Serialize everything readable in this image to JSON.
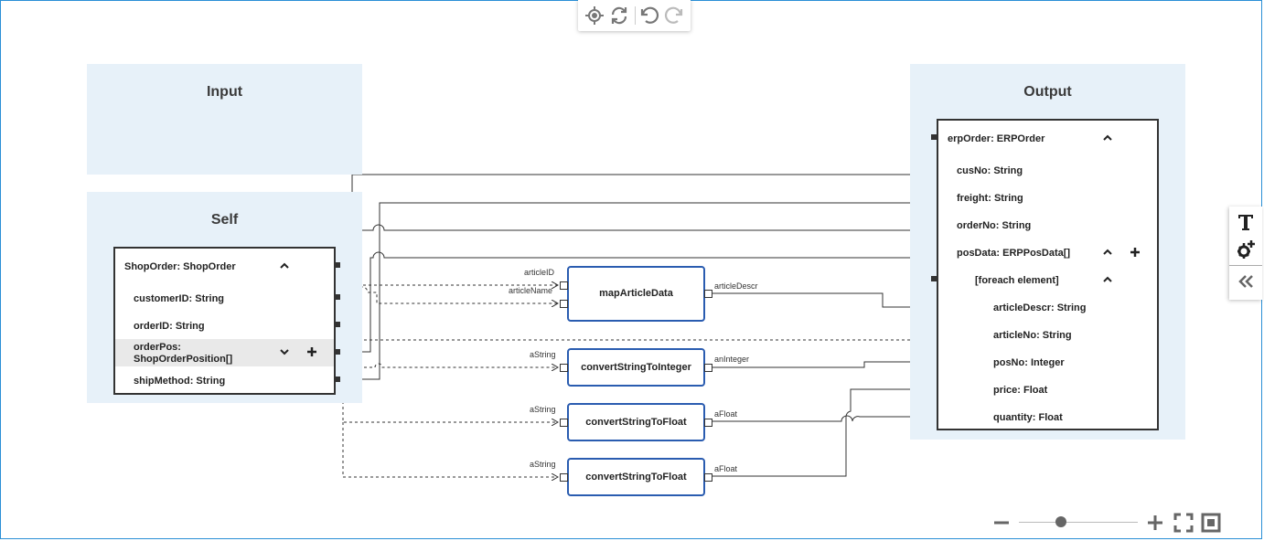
{
  "toolbar": {
    "icons": [
      "locate-icon",
      "refresh-icon",
      "undo-icon",
      "redo-icon"
    ]
  },
  "panels": {
    "input_title": "Input",
    "self_title": "Self",
    "output_title": "Output"
  },
  "self_node": {
    "header": "ShopOrder: ShopOrder",
    "fields": [
      {
        "label": "customerID: String"
      },
      {
        "label": "orderID: String"
      },
      {
        "label_line1": "orderPos:",
        "label_line2": "ShopOrderPosition[]"
      },
      {
        "label": "shipMethod: String"
      }
    ]
  },
  "output_node": {
    "header": "erpOrder: ERPOrder",
    "fields": [
      "cusNo: String",
      "freight: String",
      "orderNo: String",
      "posData: ERPPosData[]",
      "[foreach element]",
      "articleDescr: String",
      "articleNo: String",
      "posNo: Integer",
      "price: Float",
      "quantity: Float"
    ]
  },
  "functions": [
    {
      "name": "mapArticleData",
      "inputs": [
        "articleID",
        "articleName"
      ],
      "output": "articleDescr"
    },
    {
      "name": "convertStringToInteger",
      "inputs": [
        "aString"
      ],
      "output": "anInteger"
    },
    {
      "name": "convertStringToFloat",
      "inputs": [
        "aString"
      ],
      "output": "aFloat"
    },
    {
      "name": "convertStringToFloat",
      "inputs": [
        "aString"
      ],
      "output": "aFloat"
    }
  ],
  "colors": {
    "panel": "#e7f1f9",
    "function_border": "#2a5cb0",
    "frame_border": "#2a8fd6"
  },
  "zoom": {
    "level": 0.35
  },
  "side_tools": {
    "icons": [
      "text-tool-icon",
      "add-function-icon",
      "collapse-panel-icon"
    ]
  }
}
